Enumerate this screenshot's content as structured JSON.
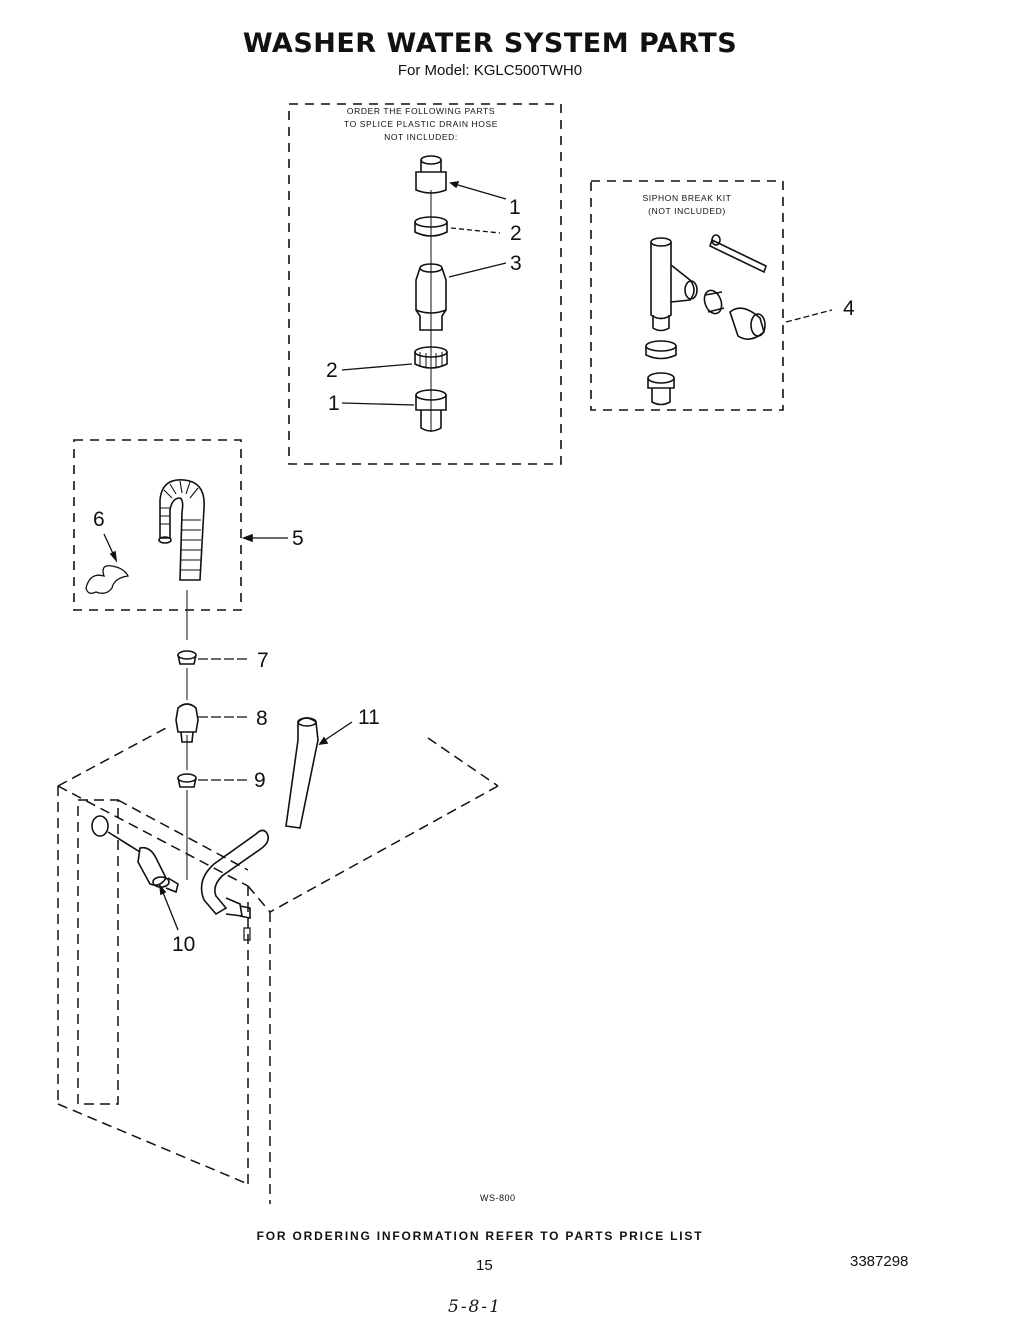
{
  "header": {
    "title": "WASHER WATER SYSTEM PARTS",
    "subtitle": "For Model: KGLC500TWH0"
  },
  "splice_box": {
    "note_line1": "ORDER THE FOLLOWING PARTS",
    "note_line2": "TO SPLICE PLASTIC DRAIN HOSE",
    "note_line3": "NOT INCLUDED:"
  },
  "siphon_box": {
    "note_line1": "SIPHON BREAK KIT",
    "note_line2": "(NOT INCLUDED)"
  },
  "callouts": {
    "c1a": "1",
    "c2a": "2",
    "c3": "3",
    "c2b": "2",
    "c1b": "1",
    "c4": "4",
    "c5": "5",
    "c6": "6",
    "c7": "7",
    "c8": "8",
    "c9": "9",
    "c10": "10",
    "c11": "11"
  },
  "figure_code": "WS-800",
  "footer": {
    "ordering_info": "FOR ORDERING INFORMATION REFER TO PARTS PRICE LIST",
    "page_number": "15",
    "document_number": "3387298"
  },
  "handwritten_note": "5-8-1"
}
